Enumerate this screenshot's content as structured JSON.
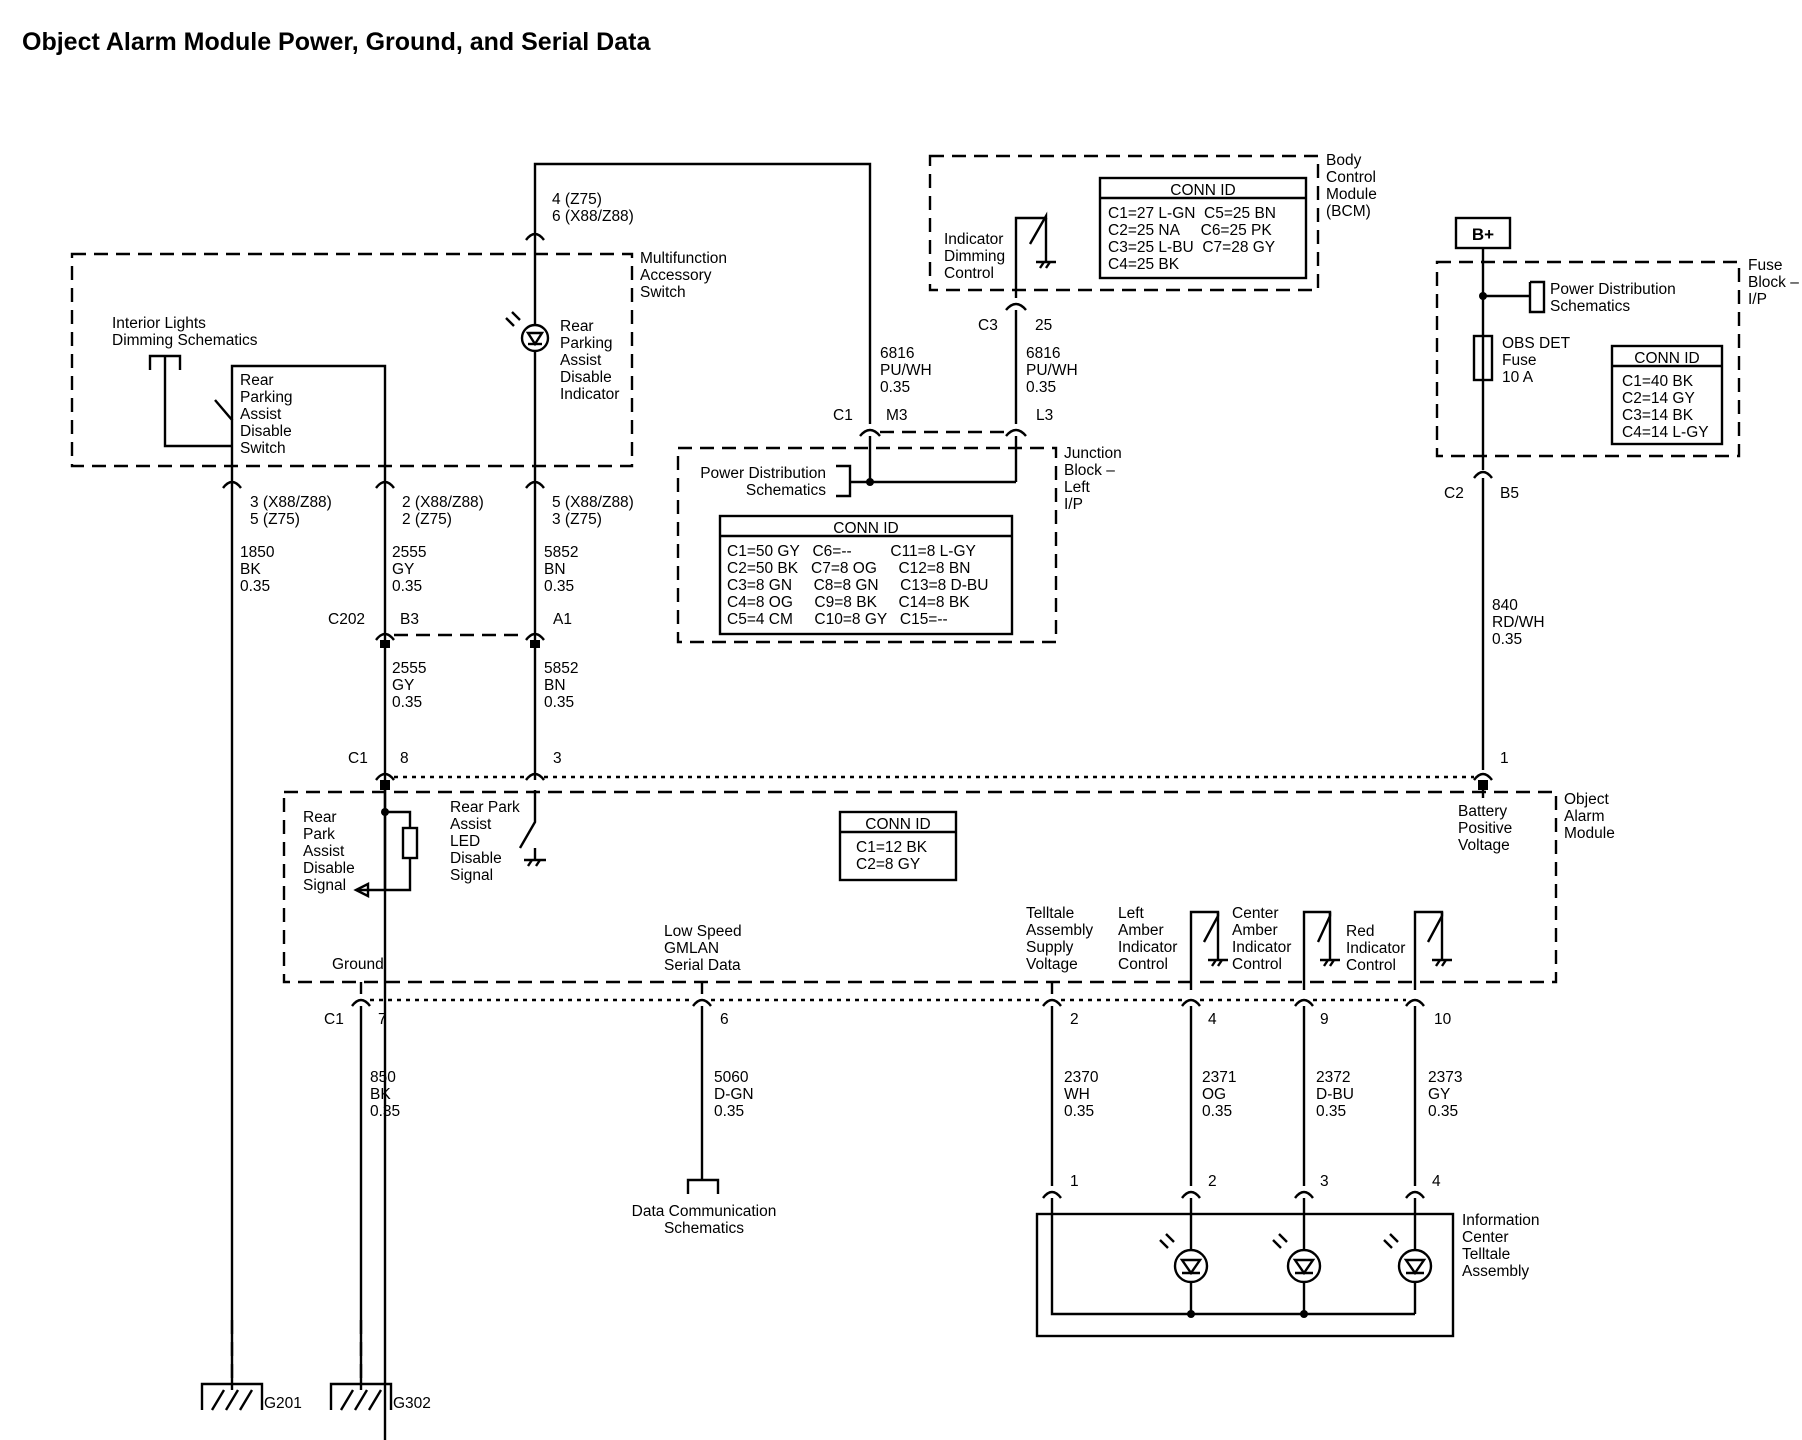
{
  "title": "Object Alarm Module Power, Ground, and Serial Data",
  "modules": {
    "multifunction_switch": [
      "Multifunction",
      "Accessory",
      "Switch"
    ],
    "interior_lights": [
      "Interior Lights",
      "Dimming Schematics"
    ],
    "rear_park_switch": [
      "Rear",
      "Parking",
      "Assist",
      "Disable",
      "Switch"
    ],
    "rear_park_indicator": [
      "Rear",
      "Parking",
      "Assist",
      "Disable",
      "Indicator"
    ],
    "bcm": [
      "Body",
      "Control",
      "Module",
      "(BCM)"
    ],
    "indicator_dimming": [
      "Indicator",
      "Dimming",
      "Control"
    ],
    "junction_block": [
      "Junction",
      "Block –",
      "Left",
      "I/P"
    ],
    "power_dist_jb": [
      "Power Distribution",
      "Schematics"
    ],
    "fuse_block": [
      "Fuse",
      "Block –",
      "I/P"
    ],
    "power_dist_fb": [
      "Power Distribution",
      "Schematics"
    ],
    "fuse": [
      "OBS DET",
      "Fuse",
      "10 A"
    ],
    "battery": "B+",
    "object_alarm": [
      "Object",
      "Alarm",
      "Module"
    ],
    "info_center": [
      "Information",
      "Center",
      "Telltale",
      "Assembly"
    ],
    "data_comm": [
      "Data Communication",
      "Schematics"
    ]
  },
  "conn_tables": {
    "bcm": {
      "header": "CONN ID",
      "rows": [
        "C1=27 L-GN  C5=25 BN",
        "C2=25 NA     C6=25 PK",
        "C3=25 L-BU  C7=28 GY",
        "C4=25 BK"
      ]
    },
    "jb": {
      "header": "CONN ID",
      "rows": [
        "C1=50 GY   C6=--         C11=8 L-GY",
        "C2=50 BK   C7=8 OG     C12=8 BN",
        "C3=8 GN     C8=8 GN     C13=8 D-BU",
        "C4=8 OG     C9=8 BK     C14=8 BK",
        "C5=4 CM     C10=8 GY   C15=--"
      ]
    },
    "fuse": {
      "header": "CONN ID",
      "rows": [
        "C1=40 BK",
        "C2=14 GY",
        "C3=14 BK",
        "C4=14 L-GY"
      ]
    },
    "oam": {
      "header": "CONN ID",
      "rows": [
        "C1=12 BK",
        "C2=8 GY"
      ]
    }
  },
  "pins": {
    "mfs_top": [
      "4 (Z75)",
      "6 (X88/Z88)"
    ],
    "mfs_p1": [
      "3 (X88/Z88)",
      "5 (Z75)"
    ],
    "mfs_p2": [
      "2 (X88/Z88)",
      "2 (Z75)"
    ],
    "mfs_p3": [
      "5 (X88/Z88)",
      "3 (Z75)"
    ],
    "c202": "C202",
    "c202_b3": "B3",
    "c202_a1": "A1",
    "jb_c1": "C1",
    "jb_m3": "M3",
    "jb_l3": "L3",
    "bcm_c3": "C3",
    "bcm_25": "25",
    "fb_c2": "C2",
    "fb_b5": "B5",
    "oam_c1_top": "C1",
    "oam_8": "8",
    "oam_3": "3",
    "oam_1": "1",
    "oam_c1_bot": "C1",
    "oam_7": "7",
    "oam_6": "6",
    "oam_2": "2",
    "oam_4": "4",
    "oam_9": "9",
    "oam_10": "10",
    "ic_1": "1",
    "ic_2": "2",
    "ic_3": "3",
    "ic_4": "4"
  },
  "wires": {
    "w1850": [
      "1850",
      "BK",
      "0.35"
    ],
    "w2555a": [
      "2555",
      "GY",
      "0.35"
    ],
    "w5852a": [
      "5852",
      "BN",
      "0.35"
    ],
    "w2555b": [
      "2555",
      "GY",
      "0.35"
    ],
    "w5852b": [
      "5852",
      "BN",
      "0.35"
    ],
    "w6816a": [
      "6816",
      "PU/WH",
      "0.35"
    ],
    "w6816b": [
      "6816",
      "PU/WH",
      "0.35"
    ],
    "w840": [
      "840",
      "RD/WH",
      "0.35"
    ],
    "w850": [
      "850",
      "BK",
      "0.35"
    ],
    "w5060": [
      "5060",
      "D-GN",
      "0.35"
    ],
    "w2370": [
      "2370",
      "WH",
      "0.35"
    ],
    "w2371": [
      "2371",
      "OG",
      "0.35"
    ],
    "w2372": [
      "2372",
      "D-BU",
      "0.35"
    ],
    "w2373": [
      "2373",
      "GY",
      "0.35"
    ]
  },
  "signals": {
    "rp_disable": [
      "Rear",
      "Park",
      "Assist",
      "Disable",
      "Signal"
    ],
    "rp_led": [
      "Rear Park",
      "Assist",
      "LED",
      "Disable",
      "Signal"
    ],
    "batt_pos": [
      "Battery",
      "Positive",
      "Voltage"
    ],
    "ground": [
      "Ground"
    ],
    "gmlan": [
      "Low Speed",
      "GMLAN",
      "Serial Data"
    ],
    "telltale_supply": [
      "Telltale",
      "Assembly",
      "Supply",
      "Voltage"
    ],
    "left_amber": [
      "Left",
      "Amber",
      "Indicator",
      "Control"
    ],
    "center_amber": [
      "Center",
      "Amber",
      "Indicator",
      "Control"
    ],
    "red_ind": [
      "Red",
      "Indicator",
      "Control"
    ]
  },
  "grounds": {
    "g201": "G201",
    "g302": "G302"
  }
}
